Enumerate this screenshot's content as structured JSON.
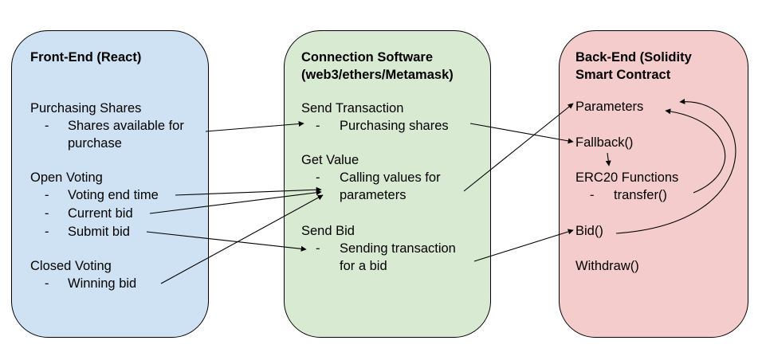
{
  "frontend": {
    "title": "Front-End (React)",
    "sections": [
      {
        "heading": "Purchasing Shares",
        "items": [
          {
            "lines": [
              "Shares available for",
              "purchase"
            ]
          }
        ]
      },
      {
        "heading": "Open Voting",
        "items": [
          {
            "lines": [
              "Voting end time"
            ]
          },
          {
            "lines": [
              "Current bid"
            ]
          },
          {
            "lines": [
              "Submit bid"
            ]
          }
        ]
      },
      {
        "heading": "Closed Voting",
        "items": [
          {
            "lines": [
              "Winning bid"
            ]
          }
        ]
      }
    ]
  },
  "connection": {
    "title_line1": "Connection Software",
    "title_line2": "(web3/ethers/Metamask)",
    "sections": [
      {
        "heading": "Send Transaction",
        "items": [
          {
            "lines": [
              "Purchasing shares"
            ]
          }
        ]
      },
      {
        "heading": "Get Value",
        "items": [
          {
            "lines": [
              "Calling values for",
              "parameters"
            ]
          }
        ]
      },
      {
        "heading": "Send Bid",
        "items": [
          {
            "lines": [
              "Sending transaction",
              "for a bid"
            ]
          }
        ]
      }
    ]
  },
  "backend": {
    "title_line1": "Back-End (Solidity",
    "title_line2": "Smart Contract",
    "parameters": "Parameters",
    "fallback": "Fallback()",
    "erc20": "ERC20 Functions",
    "transfer": "transfer()",
    "bid": "Bid()",
    "withdraw": "Withdraw()"
  },
  "bullet": "-",
  "colors": {
    "frontend_fill": "#cfe2f3",
    "connection_fill": "#d9ead3",
    "backend_fill": "#f4cccc",
    "stroke": "#000000"
  }
}
